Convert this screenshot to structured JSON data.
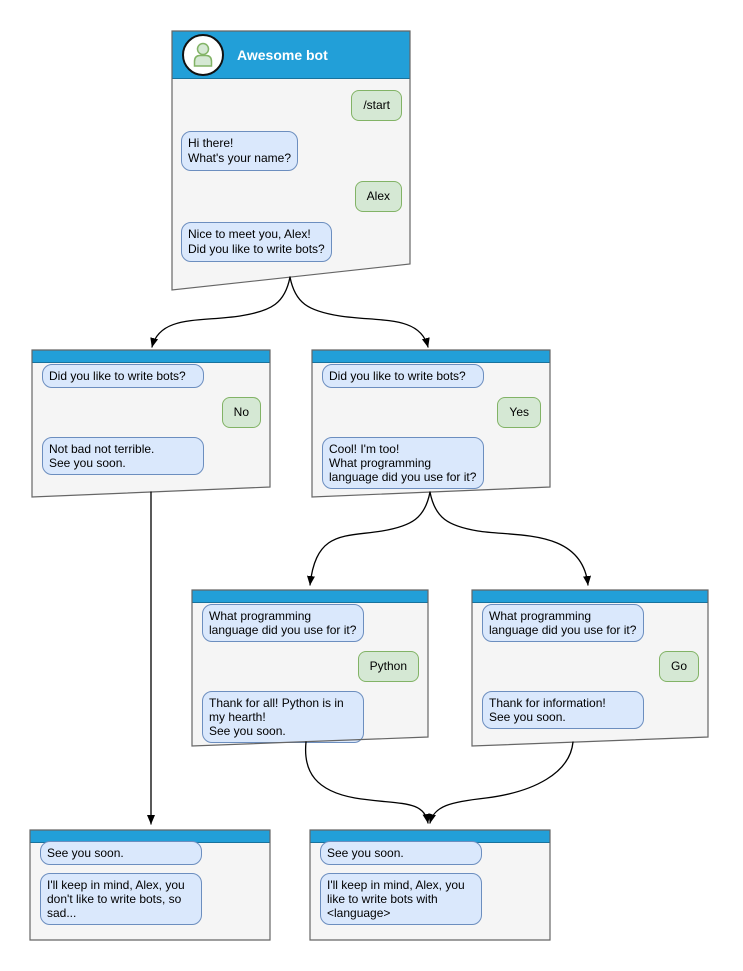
{
  "diagram_type": "chatbot-conversation-flowchart",
  "colors": {
    "header_blue": "#229FD8",
    "window_bg": "#F5F5F5",
    "window_border": "#666666",
    "bot_bubble_bg": "#DAE8FC",
    "bot_bubble_border": "#6C8EBF",
    "user_bubble_bg": "#D5E8D4",
    "user_bubble_border": "#82B366",
    "connector": "#000000"
  },
  "windows": {
    "main": {
      "title": "Awesome bot",
      "messages": [
        {
          "from": "user",
          "text": "/start"
        },
        {
          "from": "bot",
          "text": "Hi there!\nWhat's your name?"
        },
        {
          "from": "user",
          "text": "Alex"
        },
        {
          "from": "bot",
          "text": "Nice to meet you, Alex!\nDid you like to write bots?"
        }
      ]
    },
    "no_branch": {
      "messages": [
        {
          "from": "bot",
          "text": "Did you like to write bots?"
        },
        {
          "from": "user",
          "text": "No"
        },
        {
          "from": "bot",
          "text": "Not bad not terrible.\nSee you soon."
        }
      ]
    },
    "yes_branch": {
      "messages": [
        {
          "from": "bot",
          "text": "Did you like to write bots?"
        },
        {
          "from": "user",
          "text": "Yes"
        },
        {
          "from": "bot",
          "text": "Cool! I'm too!\nWhat programming\nlanguage did you use for it?"
        }
      ]
    },
    "python_branch": {
      "messages": [
        {
          "from": "bot",
          "text": "What programming\nlanguage did you use for it?"
        },
        {
          "from": "user",
          "text": "Python"
        },
        {
          "from": "bot",
          "text": "Thank for all! Python is in\nmy hearth!\nSee you soon."
        }
      ]
    },
    "go_branch": {
      "messages": [
        {
          "from": "bot",
          "text": "What programming\nlanguage did you use for it?"
        },
        {
          "from": "user",
          "text": "Go"
        },
        {
          "from": "bot",
          "text": "Thank for information!\nSee you soon."
        }
      ]
    },
    "end_no": {
      "messages": [
        {
          "from": "bot",
          "text": "See you soon."
        },
        {
          "from": "bot",
          "text": "I'll keep in mind, Alex, you\ndon't like to write bots, so\nsad..."
        }
      ]
    },
    "end_yes": {
      "messages": [
        {
          "from": "bot",
          "text": "See you soon."
        },
        {
          "from": "bot",
          "text": "I'll keep in mind, Alex, you\nlike to write bots with\n<language>"
        }
      ]
    }
  },
  "edges": [
    {
      "from": "main",
      "to": "no_branch"
    },
    {
      "from": "main",
      "to": "yes_branch"
    },
    {
      "from": "no_branch",
      "to": "end_no"
    },
    {
      "from": "yes_branch",
      "to": "python_branch"
    },
    {
      "from": "yes_branch",
      "to": "go_branch"
    },
    {
      "from": "python_branch",
      "to": "end_yes"
    },
    {
      "from": "go_branch",
      "to": "end_yes"
    }
  ]
}
